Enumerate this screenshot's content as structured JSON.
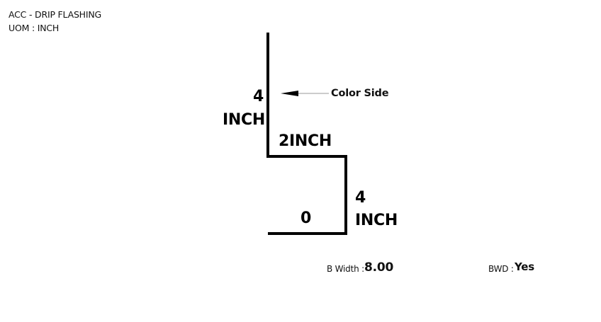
{
  "header": {
    "title": "ACC - DRIP FLASHING",
    "uom": "UOM : INCH"
  },
  "diagram": {
    "segments": [
      {
        "number": "4",
        "unit": "INCH"
      },
      {
        "label": "2INCH"
      },
      {
        "number": "4",
        "unit": "INCH"
      },
      {
        "label": "0"
      }
    ],
    "color_side_label": "Color Side",
    "stroke_color": "#000000",
    "arrow_color": "#000000"
  },
  "footer": {
    "b_width_label": "B Width :",
    "b_width_value": "8.00",
    "bwd_label": "BWD :",
    "bwd_value": "Yes"
  }
}
